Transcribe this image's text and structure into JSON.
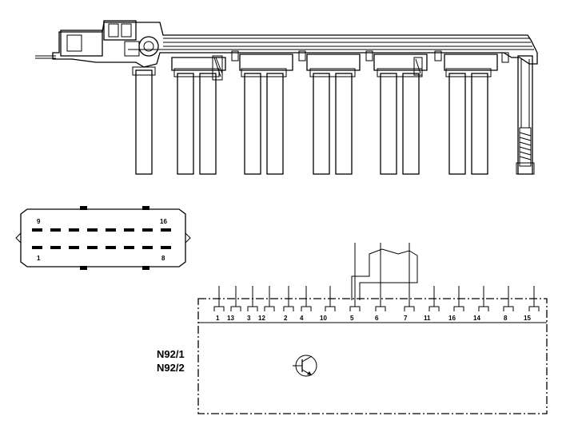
{
  "component": {
    "labels": [
      "N92/1",
      "N92/2"
    ]
  },
  "connector": {
    "pin_top_left": "9",
    "pin_top_right": "16",
    "pin_bottom_left": "1",
    "pin_bottom_right": "8"
  },
  "pin_labels": [
    "1",
    "13",
    "3",
    "12",
    "2",
    "4",
    "10",
    "5",
    "6",
    "7",
    "11",
    "16",
    "14",
    "8",
    "15"
  ]
}
